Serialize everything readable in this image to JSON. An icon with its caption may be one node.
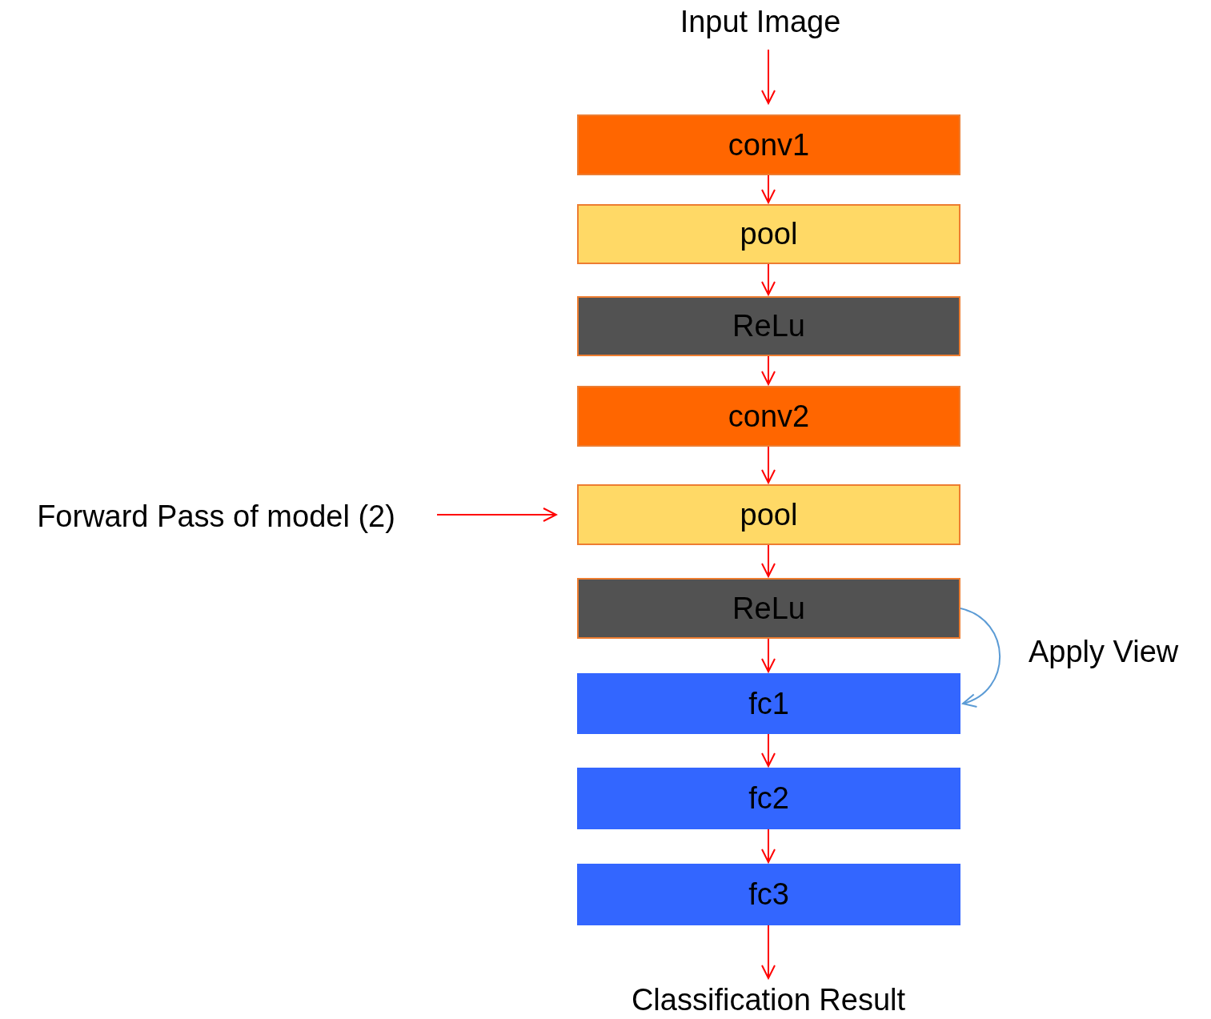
{
  "diagram": {
    "nodes": [
      {
        "text": [
          "Input Image"
        ]
      },
      {
        "text": [
          "conv1"
        ]
      },
      {
        "text": [
          "pool"
        ]
      },
      {
        "text": [
          "ReLu"
        ]
      },
      {
        "text": [
          "conv2"
        ]
      },
      {
        "text": [
          "pool"
        ]
      },
      {
        "text": [
          "ReLu"
        ]
      },
      {
        "text": [
          "fc1"
        ]
      },
      {
        "text": [
          "fc2"
        ]
      },
      {
        "text": [
          "fc3"
        ]
      },
      {
        "text": [
          "Classification Result"
        ]
      },
      {
        "text": [
          "Forward Pass of model (2)"
        ]
      }
    ],
    "edges": [
      {
        "from": 0,
        "to": 1,
        "arrow": "to"
      },
      {
        "from": 1,
        "to": 2,
        "arrow": "to"
      },
      {
        "from": 2,
        "to": 3,
        "arrow": "to"
      },
      {
        "from": 3,
        "to": 4,
        "arrow": "to"
      },
      {
        "from": 4,
        "to": 5,
        "arrow": "to"
      },
      {
        "from": 5,
        "to": 6,
        "arrow": "to"
      },
      {
        "from": 6,
        "to": 7,
        "arrow": "to"
      },
      {
        "from": 7,
        "to": 8,
        "arrow": "to"
      },
      {
        "from": 8,
        "to": 9,
        "arrow": "to"
      },
      {
        "from": 9,
        "to": 10,
        "arrow": "to"
      },
      {
        "from": 11,
        "to": 5,
        "arrow": "to"
      },
      {
        "from": 6,
        "to": 7,
        "arrow": "to",
        "label": "Apply View",
        "color": "#5b9bd5"
      }
    ]
  }
}
